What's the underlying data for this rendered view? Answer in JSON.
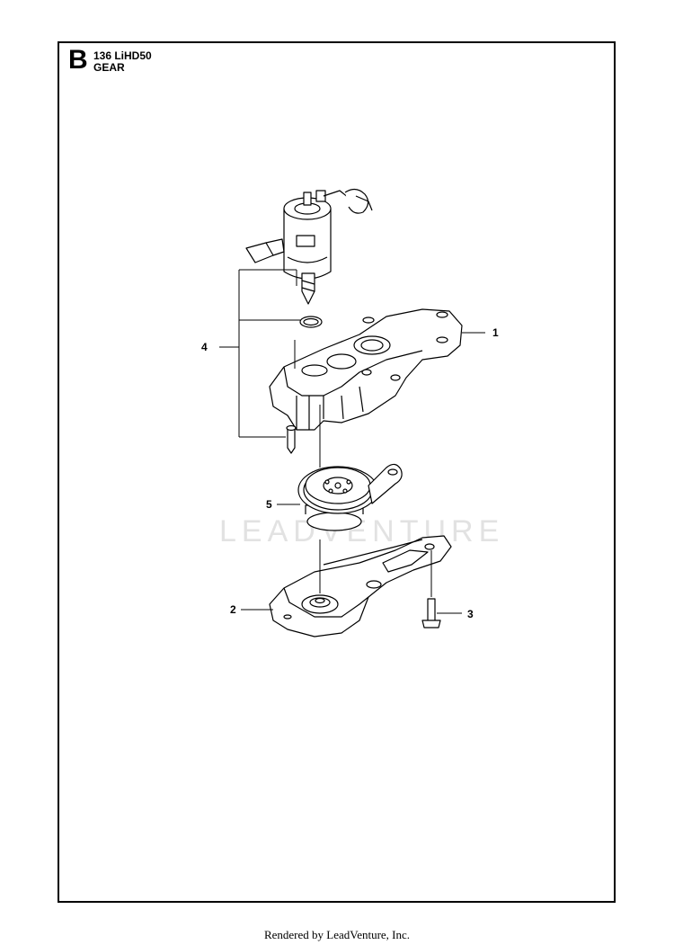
{
  "header": {
    "section_letter": "B",
    "model": "136 LiHD50",
    "subtitle": "GEAR"
  },
  "callouts": [
    "1",
    "2",
    "3",
    "4",
    "5"
  ],
  "watermark": "LEADVENTURE",
  "footer": "Rendered by LeadVenture, Inc."
}
